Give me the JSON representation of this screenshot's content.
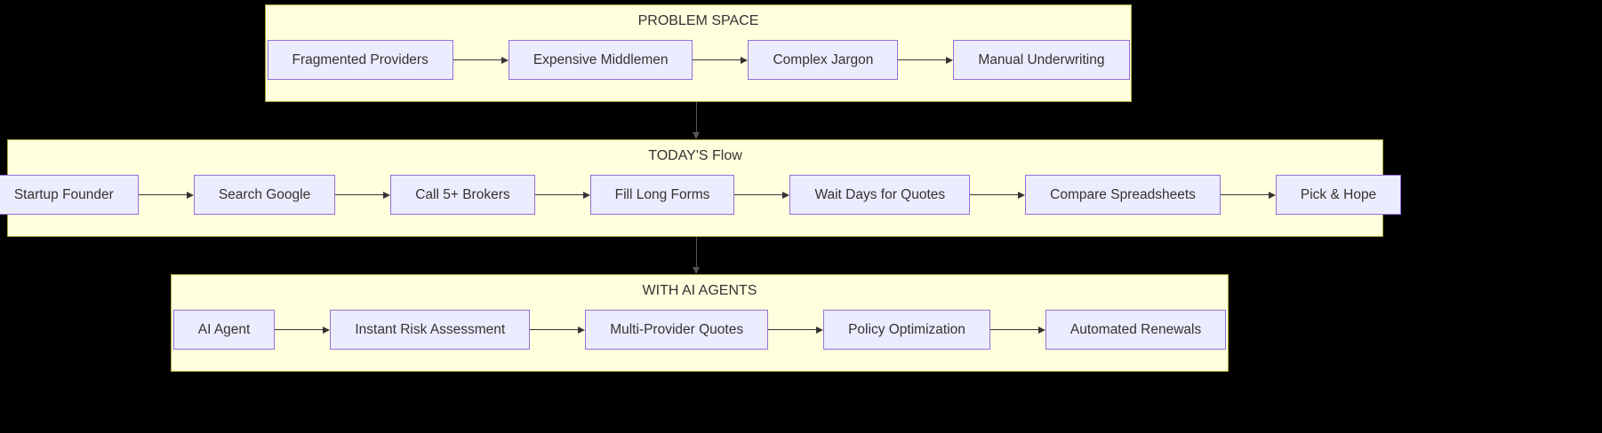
{
  "diagram": {
    "groups": [
      {
        "title": "PROBLEM SPACE",
        "nodes": [
          "Fragmented Providers",
          "Expensive Middlemen",
          "Complex Jargon",
          "Manual Underwriting"
        ]
      },
      {
        "title": "TODAY'S Flow",
        "nodes": [
          "Startup Founder",
          "Search Google",
          "Call 5+ Brokers",
          "Fill Long Forms",
          "Wait Days for Quotes",
          "Compare Spreadsheets",
          "Pick & Hope"
        ]
      },
      {
        "title": "WITH AI AGENTS",
        "nodes": [
          "AI Agent",
          "Instant Risk Assessment",
          "Multi-Provider Quotes",
          "Policy Optimization",
          "Automated Renewals"
        ]
      }
    ],
    "colors": {
      "background": "#000000",
      "group_fill": "#ffffde",
      "group_border": "#aaaa33",
      "node_fill": "#ececff",
      "node_border": "#9370db",
      "text": "#333333",
      "arrow": "#333333",
      "connector": "#555555"
    }
  }
}
